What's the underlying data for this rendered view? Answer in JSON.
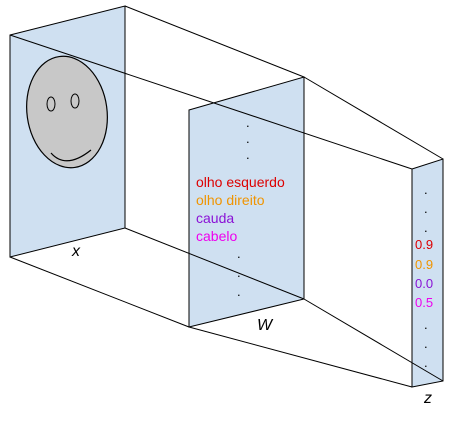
{
  "diagram": {
    "input_label": "x",
    "weights_label": "W",
    "output_label": "z",
    "features": [
      {
        "label": "olho esquerdo",
        "color": "#dd0000"
      },
      {
        "label": "olho direito",
        "color": "#f09400"
      },
      {
        "label": "cauda",
        "color": "#8a12d6"
      },
      {
        "label": "cabelo",
        "color": "#ee00ee"
      }
    ],
    "values": [
      {
        "label": "0.9",
        "color": "#dd0000"
      },
      {
        "label": "0.9",
        "color": "#f09400"
      },
      {
        "label": "0.0",
        "color": "#8a12d6"
      },
      {
        "label": "0.5",
        "color": "#ee00ee"
      }
    ],
    "panel_fill": "#cfe0f1",
    "face_fill": "#c8c8c8"
  }
}
